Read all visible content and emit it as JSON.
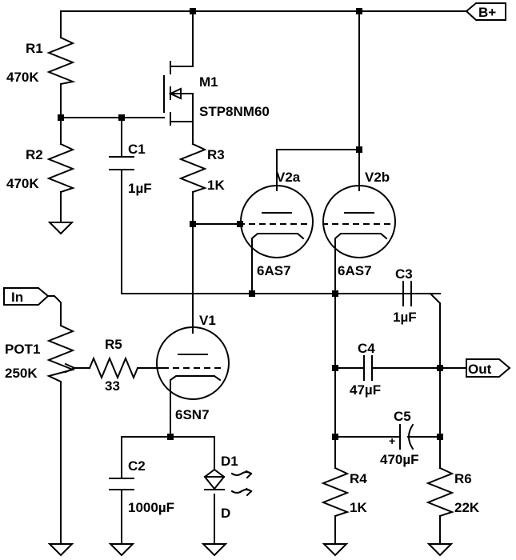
{
  "schematic": {
    "ports": {
      "bplus": "B+",
      "input": "In",
      "output": "Out"
    },
    "components": {
      "R1": {
        "ref": "R1",
        "value": "470K"
      },
      "R2": {
        "ref": "R2",
        "value": "470K"
      },
      "C1": {
        "ref": "C1",
        "value": "1µF"
      },
      "M1": {
        "ref": "M1",
        "value": "STP8NM60"
      },
      "R3": {
        "ref": "R3",
        "value": "1K"
      },
      "V2a": {
        "ref": "V2a",
        "value": "6AS7"
      },
      "V2b": {
        "ref": "V2b",
        "value": "6AS7"
      },
      "C3": {
        "ref": "C3",
        "value": "1µF"
      },
      "V1": {
        "ref": "V1",
        "value": "6SN7"
      },
      "POT1": {
        "ref": "POT1",
        "value": "250K"
      },
      "R5": {
        "ref": "R5",
        "value": "33"
      },
      "C4": {
        "ref": "C4",
        "value": "47µF"
      },
      "C5": {
        "ref": "C5",
        "value": "470µF"
      },
      "C2": {
        "ref": "C2",
        "value": "1000µF"
      },
      "D1": {
        "ref": "D1",
        "value": "D"
      },
      "R4": {
        "ref": "R4",
        "value": "1K"
      },
      "R6": {
        "ref": "R6",
        "value": "22K"
      }
    },
    "c5_polarity": "+"
  }
}
